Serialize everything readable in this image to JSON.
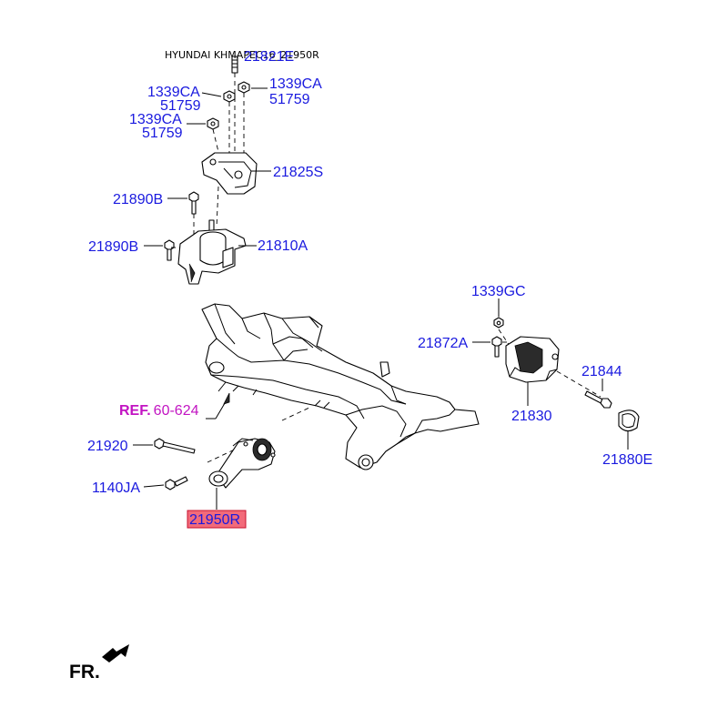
{
  "header": {
    "text": "HYUNDAI KHMAPEC16_21950R"
  },
  "labels": {
    "p21821E": "21821E",
    "p1339CA_a": "1339CA",
    "p51759_a": "51759",
    "p1339CA_b": "1339CA",
    "p51759_b": "51759",
    "p1339CA_c": "1339CA",
    "p51759_c": "51759",
    "p21825S": "21825S",
    "p21890B_a": "21890B",
    "p21890B_b": "21890B",
    "p21810A": "21810A",
    "p1339GC": "1339GC",
    "p21872A": "21872A",
    "p21844": "21844",
    "p21830": "21830",
    "p21880E": "21880E",
    "p21920": "21920",
    "p1140JA": "1140JA",
    "p21950R": "21950R"
  },
  "reference": {
    "prefix": "REF.",
    "number": "60-624"
  },
  "direction": {
    "label": "FR."
  },
  "colors": {
    "label_text": "#1a1adf",
    "reference_text": "#c214c2",
    "highlight_fill": "#f26b7a",
    "highlight_border": "#c8102e"
  }
}
